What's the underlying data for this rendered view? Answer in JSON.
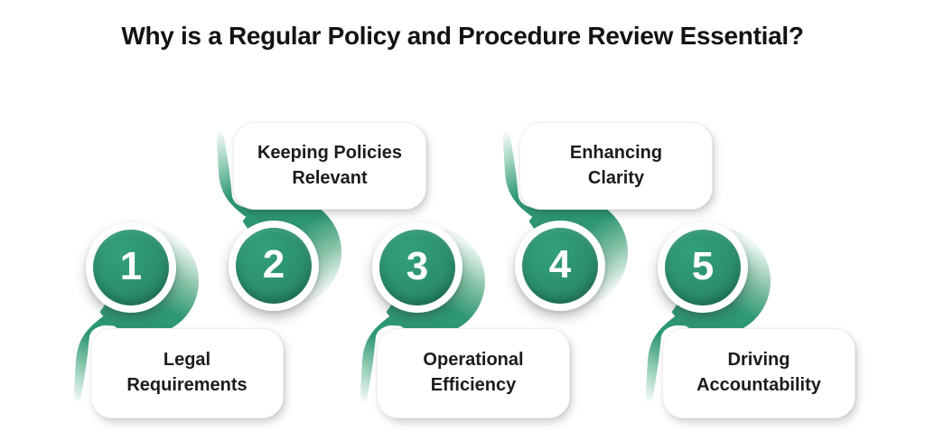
{
  "title": "Why is a Regular Policy and Procedure Review Essential?",
  "colors": {
    "ribbon_green": "#2E9773",
    "circle_green": "#2B8F6E",
    "circle_green_dark": "#206F55",
    "ribbon_fade": "#F0F8F4",
    "text": "#1C1C1C",
    "card_bg": "#FFFFFF"
  },
  "steps": [
    {
      "number": "1",
      "label": "Legal Requirements",
      "lines": [
        "Legal",
        "Requirements"
      ],
      "card_position": "below"
    },
    {
      "number": "2",
      "label": "Keeping Policies Relevant",
      "lines": [
        "Keeping Policies",
        "Relevant"
      ],
      "card_position": "above"
    },
    {
      "number": "3",
      "label": "Operational Efficiency",
      "lines": [
        "Operational",
        "Efficiency"
      ],
      "card_position": "below"
    },
    {
      "number": "4",
      "label": "Enhancing Clarity",
      "lines": [
        "Enhancing",
        "Clarity"
      ],
      "card_position": "above"
    },
    {
      "number": "5",
      "label": "Driving Accountability",
      "lines": [
        "Driving",
        "Accountability"
      ],
      "card_position": "below"
    }
  ]
}
